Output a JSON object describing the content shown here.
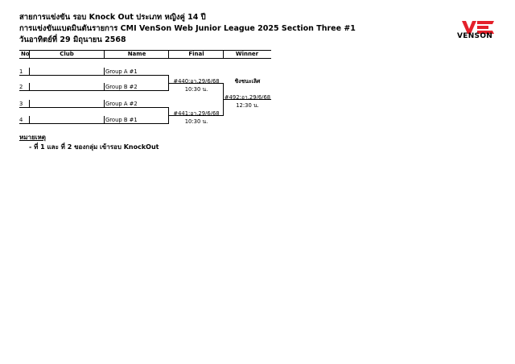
{
  "header": {
    "title_line1": "สายการแข่งขัน รอบ Knock Out ประเภท หญิงคู่ 14 ปี",
    "title_line2": "การแข่งขันแบดมินตันรายการ CMI VenSon Web Junior League 2025 Section Three #1",
    "title_line3": "วันอาทิตย์ที่ 29 มิถุนายน 2568"
  },
  "logo": {
    "brand": "VENSON",
    "color": "#e4202a"
  },
  "table": {
    "col_no": "No",
    "col_club": "Club",
    "col_name": "Name",
    "col_final": "Final",
    "col_winner": "Winner",
    "rows": [
      {
        "no": "1",
        "name": "Group A #1"
      },
      {
        "no": "2",
        "name": "Group B #2"
      },
      {
        "no": "3",
        "name": "Group A #2"
      },
      {
        "no": "4",
        "name": "Group B #1"
      }
    ]
  },
  "matches": {
    "m1_code": "#440:อา.29/6/68",
    "m1_time": "10:30 น.",
    "m2_code": "#441:อา.29/6/68",
    "m2_time": "10:30 น.",
    "final_code": "#492:อา.29/6/68",
    "final_time": "12:30 น.",
    "winner_label": "ชิงชนะเลิศ"
  },
  "notes": {
    "title": "หมายเหตุ",
    "item1": "- ที่ 1 และ ที่ 2 ของกลุ่ม เข้ารอบ KnockOut"
  }
}
